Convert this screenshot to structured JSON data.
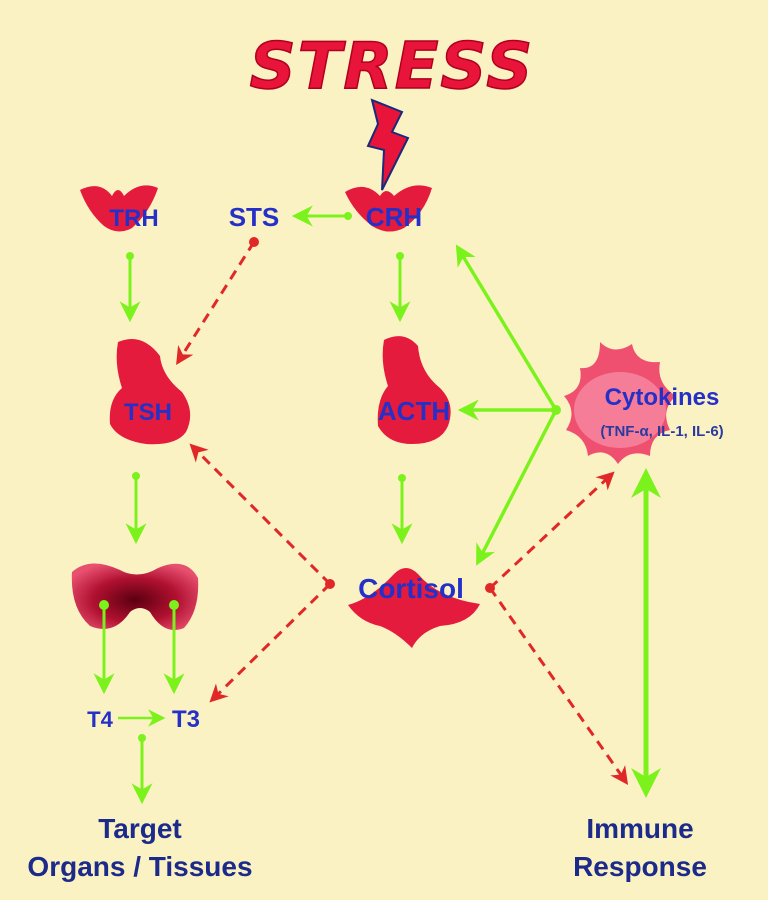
{
  "stress_label": "STRESS",
  "nodes": {
    "trh": "TRH",
    "sts": "STS",
    "crh": "CRH",
    "tsh": "TSH",
    "acth": "ACTH",
    "cytokines": "Cytokines",
    "cytokines_sub": "(TNF-α, IL-1, IL-6)",
    "cortisol": "Cortisol",
    "t4": "T4",
    "t3": "T3",
    "target_line1": "Target",
    "target_line2": "Organs / Tissues",
    "immune_line1": "Immune",
    "immune_line2": "Response"
  },
  "colors": {
    "background": "#fbf2c4",
    "gland": "#e41b3c",
    "stimulatory_arrow": "#7cf21c",
    "inhibitory_arrow": "#e02828",
    "label": "#2530c8",
    "stress": "#e8143a"
  }
}
